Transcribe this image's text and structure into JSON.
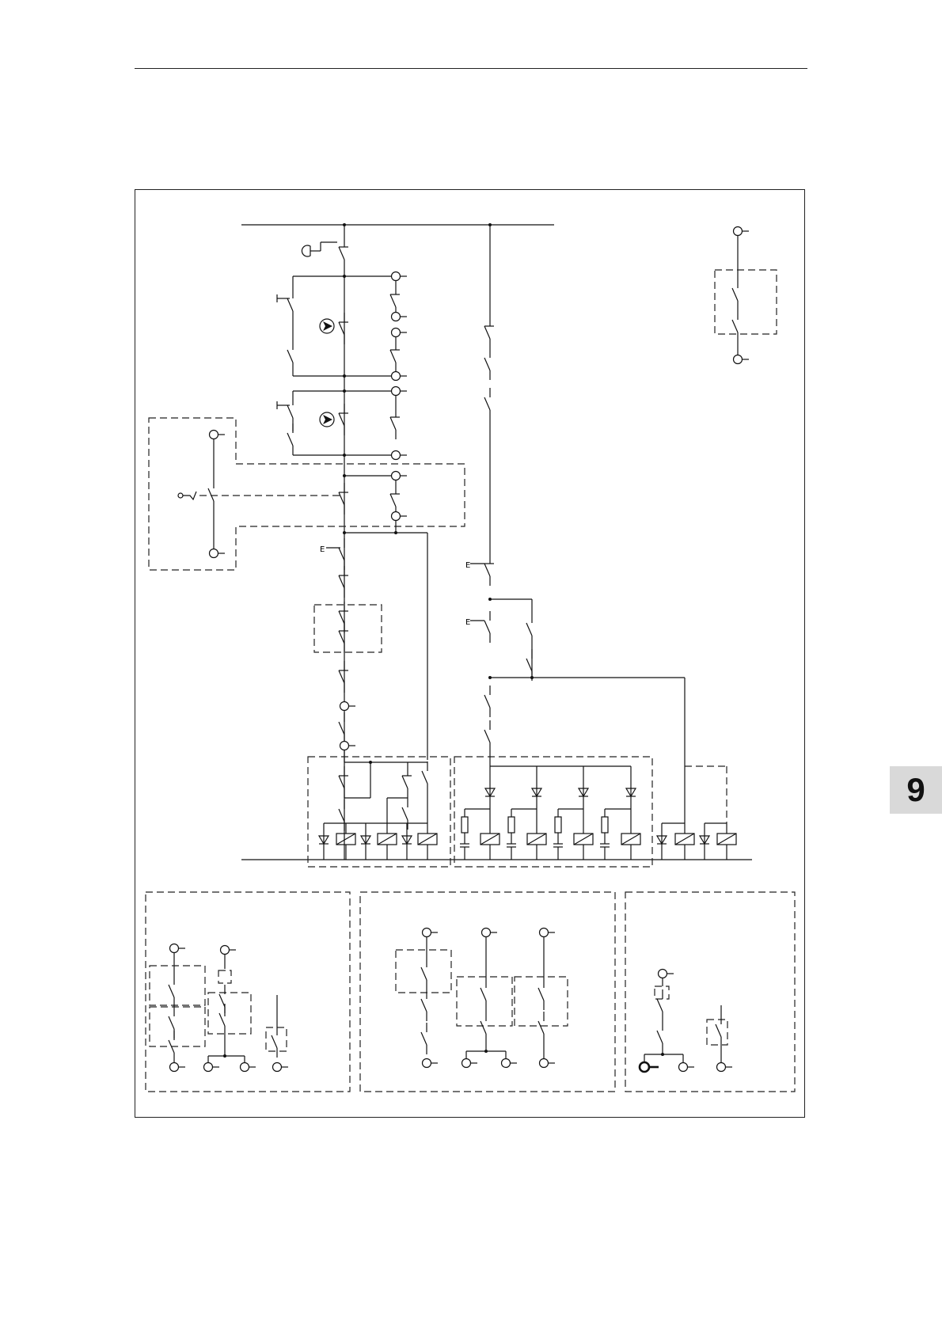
{
  "section_tab": {
    "number": "9",
    "color": "#d9d9d9"
  },
  "diagram": {
    "type": "electrical-schematic",
    "line_color": "#111111",
    "frame_border": true,
    "zones": [
      "upper-main-circuit",
      "upper-right-component",
      "bottom-left-group",
      "bottom-middle-group",
      "bottom-right-group"
    ]
  }
}
